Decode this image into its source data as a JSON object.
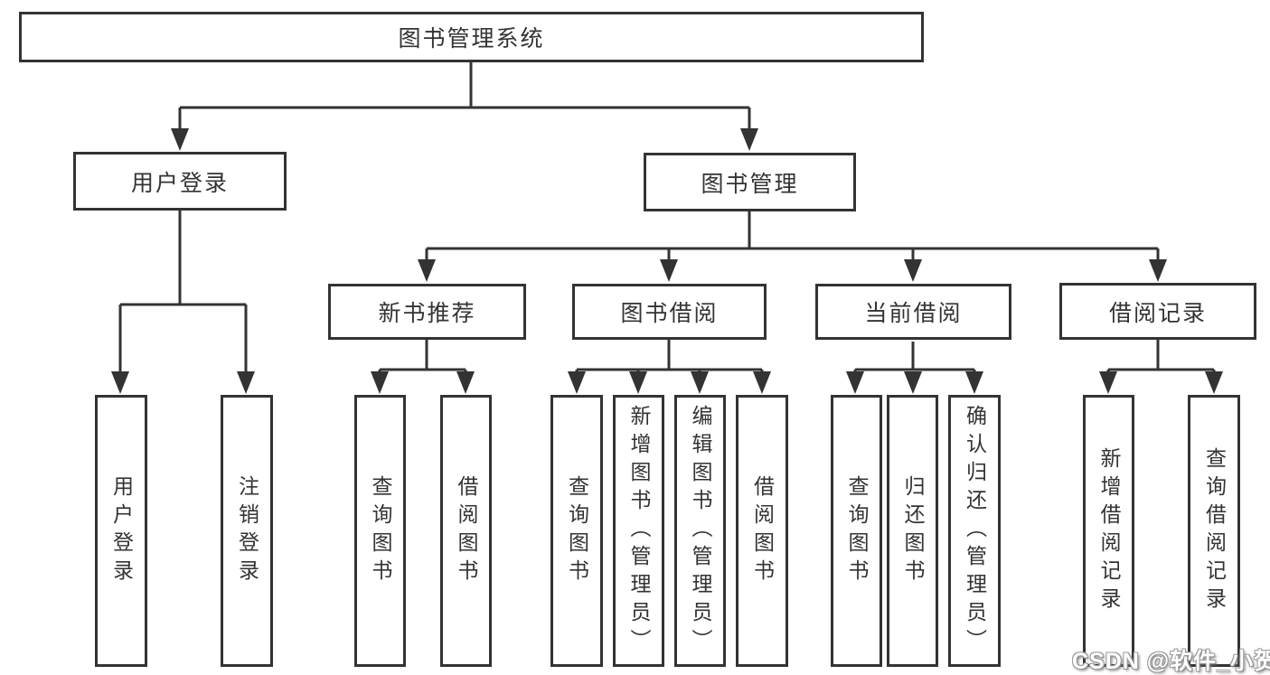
{
  "colors": {
    "line": "#333333",
    "box_border": "#333333",
    "box_fill": "#ffffff",
    "text": "#333333",
    "background": "#ffffff",
    "watermark_fill": "#ffffff",
    "watermark_outline": "#9a9a9a"
  },
  "tree": {
    "label": "图书管理系统",
    "children": [
      {
        "label": "用户登录",
        "children": [
          {
            "label": "用户登录"
          },
          {
            "label": "注销登录"
          }
        ]
      },
      {
        "label": "图书管理",
        "children": [
          {
            "label": "新书推荐",
            "children": [
              {
                "label": "查询图书"
              },
              {
                "label": "借阅图书"
              }
            ]
          },
          {
            "label": "图书借阅",
            "children": [
              {
                "label": "查询图书"
              },
              {
                "label": "新增图书（管理员）"
              },
              {
                "label": "编辑图书（管理员）"
              },
              {
                "label": "借阅图书"
              }
            ]
          },
          {
            "label": "当前借阅",
            "children": [
              {
                "label": "查询图书"
              },
              {
                "label": "归还图书"
              },
              {
                "label": "确认归还（管理员）"
              }
            ]
          },
          {
            "label": "借阅记录",
            "children": [
              {
                "label": "新增借阅记录"
              },
              {
                "label": "查询借阅记录"
              }
            ]
          }
        ]
      }
    ]
  },
  "watermark": {
    "text": "CSDN @软件_小贺同学"
  }
}
